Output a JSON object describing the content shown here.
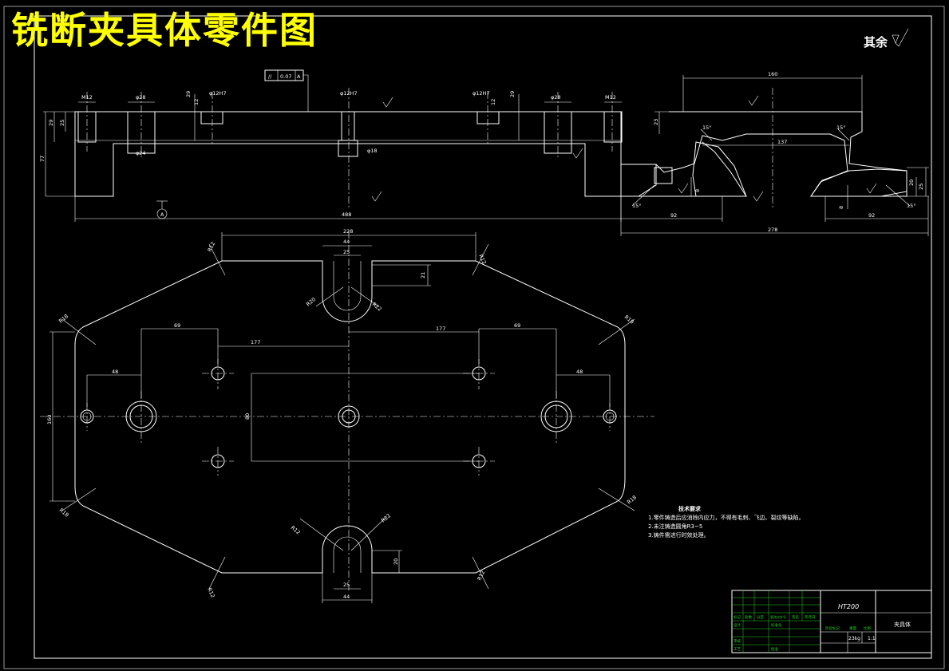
{
  "title": "铣断夹具体零件图",
  "roughness_note": "其余",
  "tech_notes": {
    "title": "技术要求",
    "items": [
      "1.零件铸造后应消除内应力，不得有毛刺、飞边、裂纹等缺陷。",
      "2.未注铸造圆角R3~5",
      "3.铸件需进行时效处理。"
    ]
  },
  "title_block": {
    "material": "HT200",
    "part_name": "夹具体",
    "mass": "23kg",
    "scale": "1:1",
    "header_cells": [
      "标记",
      "处数",
      "分区",
      "更改文件号",
      "签名",
      "年月日"
    ],
    "role_cells": [
      "设计",
      "标准化",
      "审核",
      "工艺",
      "批准",
      "阶段标记",
      "重量",
      "比例"
    ]
  },
  "dims": {
    "m12": "M12",
    "d28": "φ28",
    "d24": "φ24",
    "d12h7": "φ12H7",
    "d18": "φ18",
    "h29": "29",
    "h25": "25",
    "h12": "12",
    "h77": "77",
    "h20": "20",
    "h8": "8",
    "len488": "488",
    "len160": "160",
    "len137": "137",
    "len228": "228",
    "len44": "44",
    "len25": "25",
    "len21": "21",
    "len20": "20",
    "len69": "69",
    "len177": "177",
    "len48": "48",
    "len80": "80",
    "len92": "92",
    "len278": "278",
    "len23": "23",
    "r18": "R18",
    "r12": "R12",
    "r20": "R20",
    "r22": "R22",
    "ang15": "15°",
    "datum": "A",
    "tol_symbol": "//",
    "tol_value": "0.07",
    "tol_datum": "A"
  },
  "colors": {
    "background": "#000000",
    "line": "#ffffff",
    "title": "#ffff00",
    "grid": "#1fd21f"
  }
}
